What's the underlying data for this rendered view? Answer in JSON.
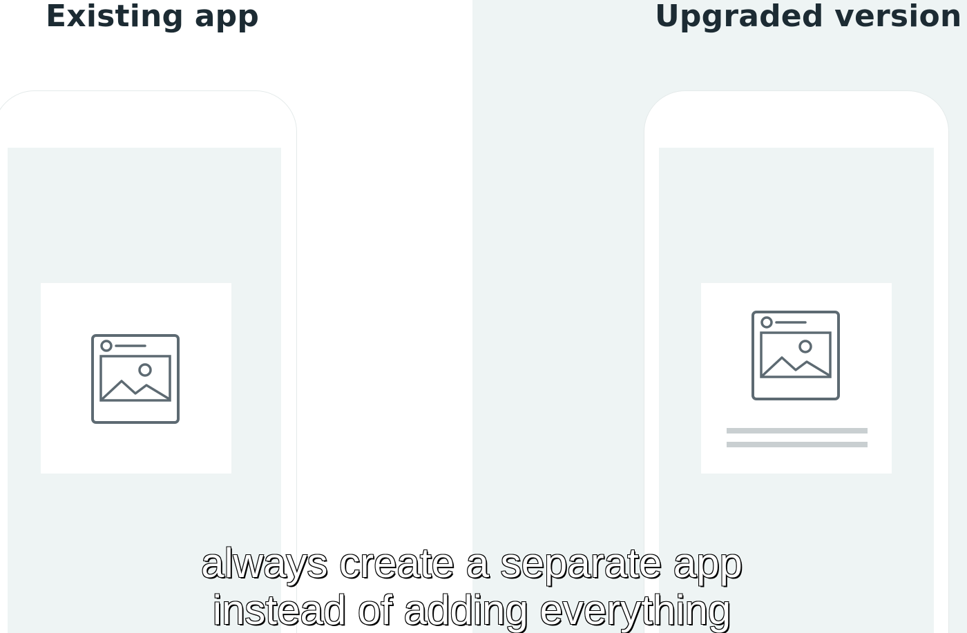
{
  "left_panel": {
    "title": "Existing app"
  },
  "right_panel": {
    "title": "Upgraded version"
  },
  "icons": {
    "left_card_icon": "image-placeholder-icon",
    "right_card_icon": "image-placeholder-icon"
  },
  "colors": {
    "heading": "#1c2b33",
    "panel_background": "#eef4f4",
    "icon_stroke": "#5d6a72",
    "text_line": "#c9cfd1"
  },
  "caption": {
    "line1": "always create a separate app",
    "line2": "instead of adding everything"
  }
}
